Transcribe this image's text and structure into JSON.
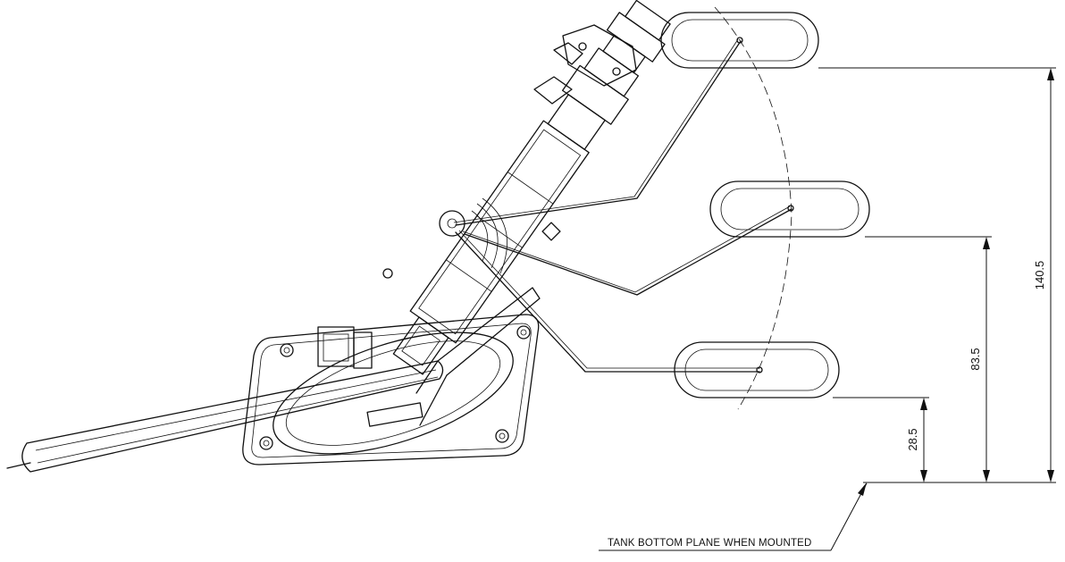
{
  "dimensions": [
    {
      "value": "140.5"
    },
    {
      "value": "83.5"
    },
    {
      "value": "28.5"
    }
  ],
  "note": "TANK BOTTOM PLANE WHEN MOUNTED"
}
